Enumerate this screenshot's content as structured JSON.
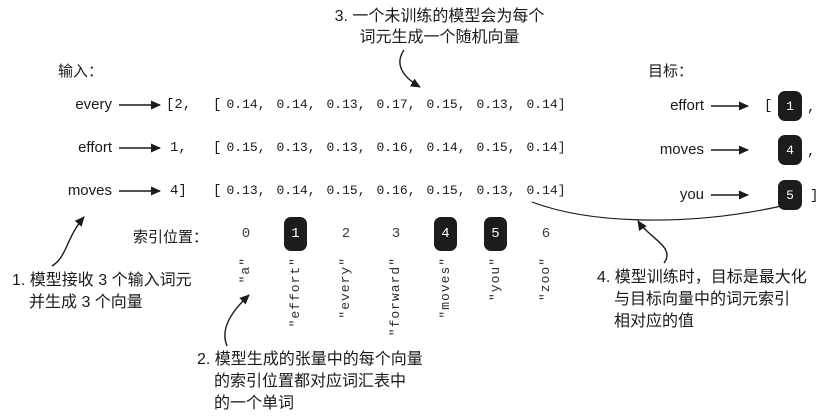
{
  "labels": {
    "input": "输入：",
    "target": "目标：",
    "index_position": "索引位置："
  },
  "annotations": {
    "a1": {
      "lines": [
        "1. 模型接收 3 个输入词元",
        "并生成 3 个向量"
      ]
    },
    "a2": {
      "lines": [
        "2. 模型生成的张量中的每个向量",
        "的索引位置都对应词汇表中",
        "的一个单词"
      ]
    },
    "a3": {
      "lines": [
        "3. 一个未训练的模型会为每个",
        "词元生成一个随机向量"
      ]
    },
    "a4": {
      "lines": [
        "4. 模型训练时，目标是最大化",
        "与目标向量中的词元索引",
        "相对应的值"
      ]
    }
  },
  "input_rows": [
    {
      "word": "every",
      "token": "[2,",
      "bracket": "[",
      "vector": [
        "0.14,",
        "0.14,",
        "0.13,",
        "0.17,",
        "0.15,",
        "0.13,",
        "0.14]"
      ],
      "highlight": 1
    },
    {
      "word": "effort",
      "token": "1,",
      "bracket": "[",
      "vector": [
        "0.15,",
        "0.13,",
        "0.13,",
        "0.16,",
        "0.14,",
        "0.15,",
        "0.14]"
      ],
      "highlight": 4
    },
    {
      "word": "moves",
      "token": "4]",
      "bracket": "[",
      "vector": [
        "0.13,",
        "0.14,",
        "0.15,",
        "0.16,",
        "0.15,",
        "0.13,",
        "0.14]"
      ],
      "highlight": 5
    }
  ],
  "index_row": {
    "values": [
      "0",
      "1",
      "2",
      "3",
      "4",
      "5",
      "6"
    ],
    "highlighted": [
      1,
      4,
      5
    ]
  },
  "vocab": [
    "\"a\"",
    "\"effort\"",
    "\"every\"",
    "\"forward\"",
    "\"moves\"",
    "\"you\"",
    "\"zoo\""
  ],
  "target_rows": [
    {
      "word": "effort",
      "pre": "[",
      "value": "1",
      "post": ","
    },
    {
      "word": "moves",
      "pre": "",
      "value": "4",
      "post": ","
    },
    {
      "word": "you",
      "pre": "",
      "value": "5",
      "post": "]"
    }
  ],
  "colors": {
    "ink": "#1a1a1a",
    "box_dark": "#1c1c1c",
    "highlight_fill": "#d8d8d8",
    "index_digit": "#3d3d3d"
  }
}
